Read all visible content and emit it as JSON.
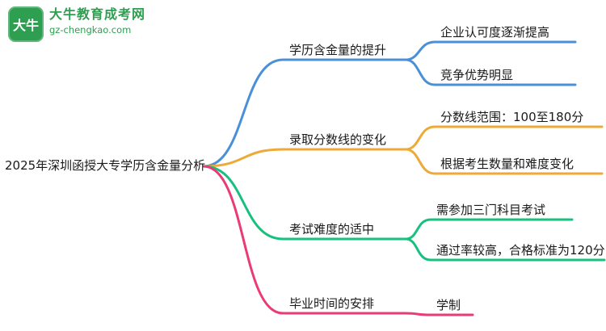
{
  "logo": {
    "brand_glyph": "大牛",
    "site_name": "大牛教育成考网",
    "site_domain": "gz-chengkao.com",
    "brand_color": "#2e9e50"
  },
  "colors": {
    "branch_blue": "#4a90d9",
    "branch_orange": "#edaa38",
    "branch_green": "#17c07e",
    "branch_pink": "#ea3a77",
    "text": "#1a1a1a"
  },
  "mindmap": {
    "root": "2025年深圳函授大专学历含金量分析",
    "branches": [
      {
        "label": "学历含金量的提升",
        "color": "#4a90d9",
        "children": [
          "企业认可度逐渐提高",
          "竞争优势明显"
        ]
      },
      {
        "label": "录取分数线的变化",
        "color": "#edaa38",
        "children": [
          "分数线范围：100至180分",
          "根据考生数量和难度变化"
        ]
      },
      {
        "label": "考试难度的适中",
        "color": "#17c07e",
        "children": [
          "需参加三门科目考试",
          "通过率较高，合格标准为120分"
        ]
      },
      {
        "label": "毕业时间的安排",
        "color": "#ea3a77",
        "children": [
          "学制"
        ]
      }
    ]
  }
}
